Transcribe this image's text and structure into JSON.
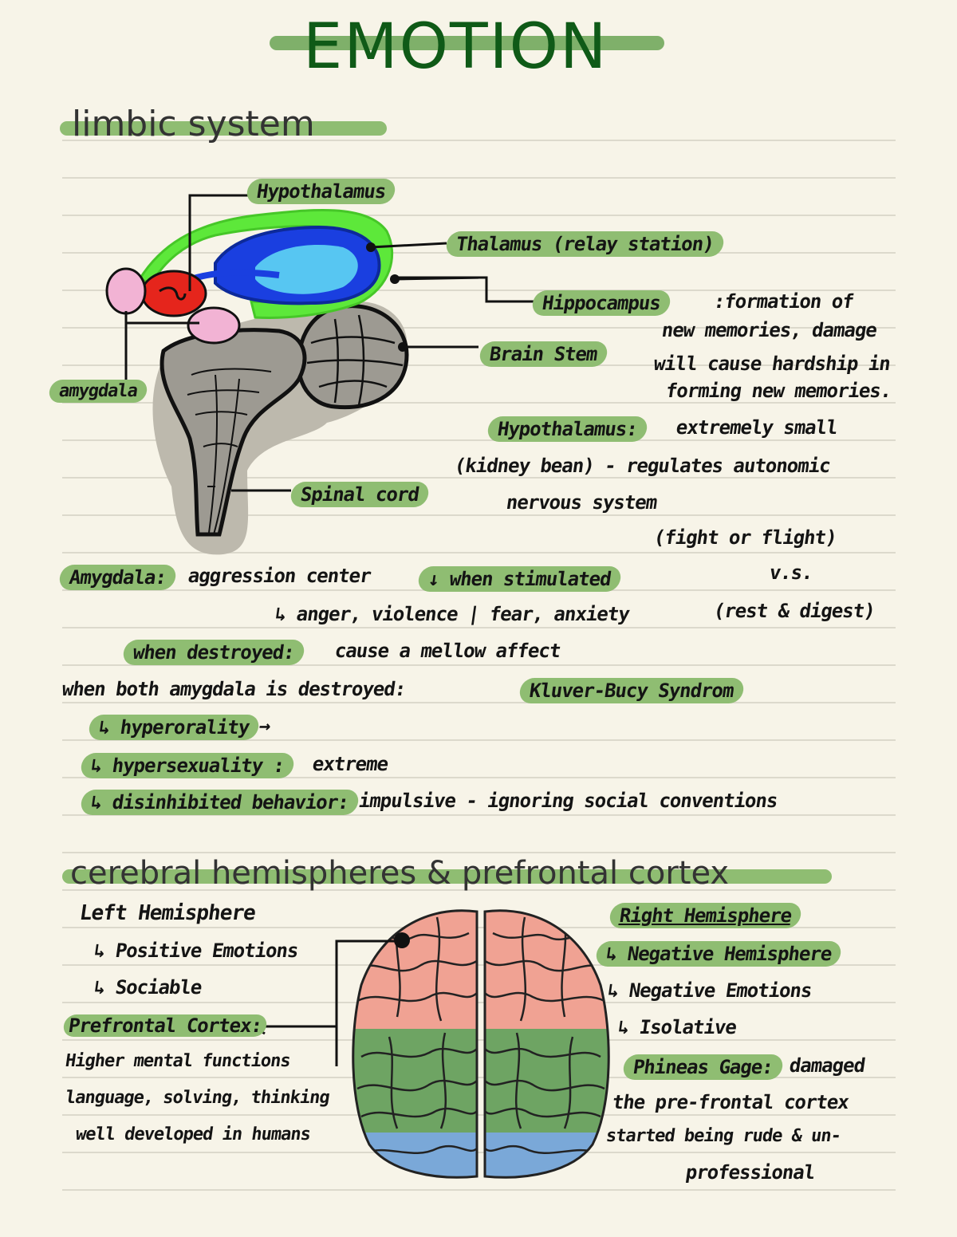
{
  "title": "EMOTION",
  "sections": {
    "limbic": "limbic system",
    "cerebral": "cerebral hemispheres & prefrontal cortex"
  },
  "diagram_labels": {
    "hypothalamus": "Hypothalamus",
    "thalamus": "Thalamus (relay station)",
    "hippocampus": "Hippocampus",
    "brain_stem": "Brain Stem",
    "amygdala": "amygdala",
    "spinal_cord": "Spinal cord"
  },
  "notes": {
    "hippocampus_desc": [
      ":formation of",
      "new memories, damage",
      "will cause hardship in",
      "forming new memories."
    ],
    "hypothalamus_term": "Hypothalamus:",
    "hypothalamus_desc": [
      "extremely small",
      "(kidney bean) - regulates autonomic",
      "nervous system",
      "(fight or flight)",
      "v.s.",
      "(rest & digest)"
    ],
    "amygdala_term": "Amygdala:",
    "amygdala_desc": "aggression center",
    "when_stimulated": "↓ when stimulated",
    "stim_result": "↳ anger, violence | fear, anxiety",
    "when_destroyed": "when destroyed:",
    "destroyed_result": "cause a mellow affect",
    "both_destroyed": "when both amygdala is destroyed:",
    "kluver": "Kluver-Bucy Syndrom",
    "symptoms": [
      {
        "term": "↳ hyperorality",
        "desc": "→"
      },
      {
        "term": "↳ hypersexuality :",
        "desc": "extreme"
      },
      {
        "term": "↳ disinhibited behavior:",
        "desc": "impulsive - ignoring social conventions"
      }
    ]
  },
  "hemispheres": {
    "left_title": "Left Hemisphere",
    "left_items": [
      "↳ Positive Emotions",
      "↳ Sociable"
    ],
    "prefrontal_term": "Prefrontal Cortex:",
    "prefrontal_desc": [
      "Higher mental functions",
      "language, solving, thinking",
      "well developed in humans"
    ],
    "right_title": "Right Hemisphere",
    "right_items": [
      "↳ Negative Hemisphere",
      "↳ Negative Emotions",
      "↳ Isolative"
    ],
    "gage_term": "Phineas Gage:",
    "gage_desc": [
      "damaged",
      "the pre-frontal cortex",
      "started being rude & un-",
      "professional"
    ]
  }
}
